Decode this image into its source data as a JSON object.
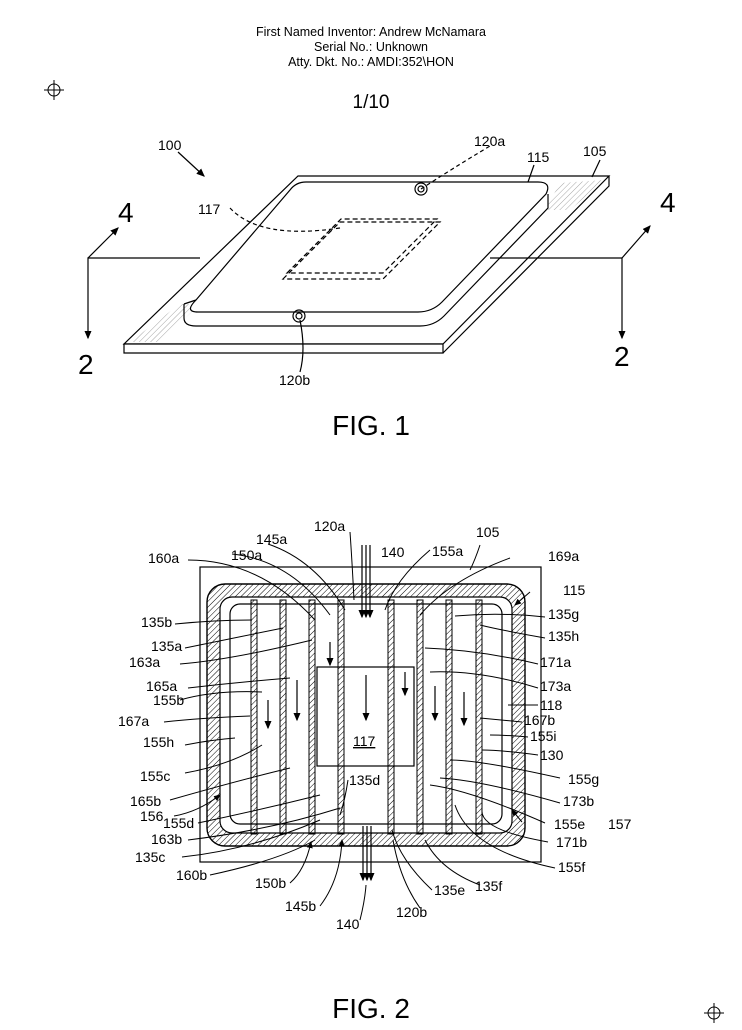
{
  "header": {
    "inventor": "First Named Inventor: Andrew McNamara",
    "serial": "Serial No.: Unknown",
    "docket": "Atty. Dkt. No.: AMDI:352\\HON"
  },
  "page_number": "1/10",
  "fig1": {
    "caption": "FIG. 1",
    "labels": {
      "l100": "100",
      "l120a": "120a",
      "l115": "115",
      "l105": "105",
      "l117": "117",
      "l120b": "120b",
      "sec4_left": "4",
      "sec4_right": "4",
      "sec2_left": "2",
      "sec2_right": "2"
    }
  },
  "fig2": {
    "caption": "FIG. 2",
    "labels": {
      "l145a": "145a",
      "l120a": "120a",
      "l105": "105",
      "l160a": "160a",
      "l150a": "150a",
      "l140_top": "140",
      "l155a": "155a",
      "l169a": "169a",
      "l115": "115",
      "l135b": "135b",
      "l135g": "135g",
      "l135a": "135a",
      "l135h": "135h",
      "l163a": "163a",
      "l171a": "171a",
      "l165a": "165a",
      "l173a": "173a",
      "l155b": "155b",
      "l118": "118",
      "l167a": "167a",
      "l167b": "167b",
      "l155h": "155h",
      "l117": "117",
      "l155i": "155i",
      "l130": "130",
      "l155c": "155c",
      "l155g": "155g",
      "l135d": "135d",
      "l165b": "165b",
      "l173b": "173b",
      "l156": "156",
      "l155d": "155d",
      "l155e": "155e",
      "l157": "157",
      "l163b": "163b",
      "l171b": "171b",
      "l135c": "135c",
      "l155f": "155f",
      "l160b": "160b",
      "l150b": "150b",
      "l135e": "135e",
      "l135f": "135f",
      "l145b": "145b",
      "l120b": "120b",
      "l140_bottom": "140"
    }
  }
}
